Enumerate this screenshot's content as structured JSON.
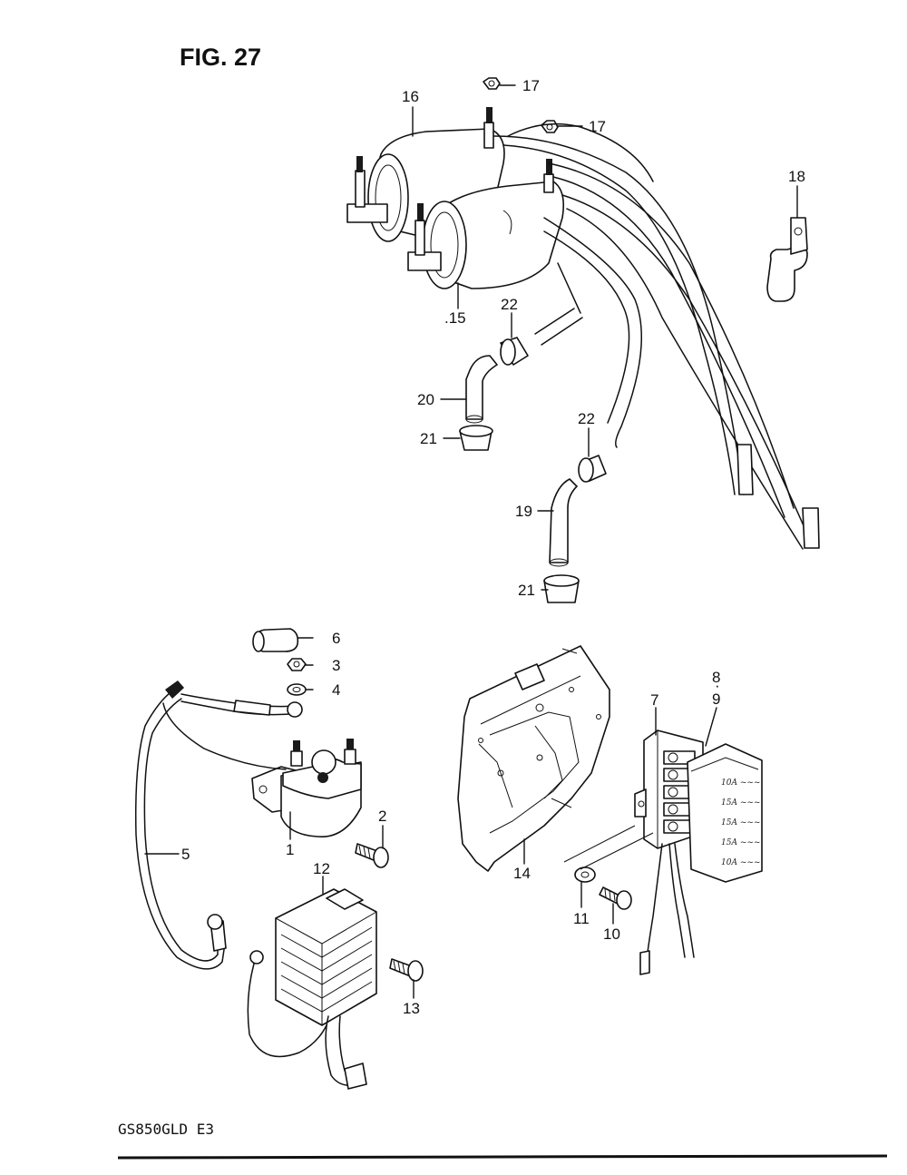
{
  "figure": {
    "title": "FIG. 27",
    "model": "GS850GLD  E3"
  },
  "callouts": {
    "c1": "1",
    "c2": "2",
    "c3": "3",
    "c4": "4",
    "c5": "5",
    "c6": "6",
    "c7": "7",
    "c8": "8",
    "c9": "9",
    "c10": "10",
    "c11": "11",
    "c12": "12",
    "c13": "13",
    "c14": "14",
    "c15": ".15",
    "c16": "16",
    "c17a": "17",
    "c17b": "17",
    "c18": "18",
    "c19": "19",
    "c20": "20",
    "c21a": "21",
    "c21b": "21",
    "c22a": "22",
    "c22b": "22"
  },
  "colors": {
    "ink": "#111111",
    "paper": "#ffffff"
  }
}
